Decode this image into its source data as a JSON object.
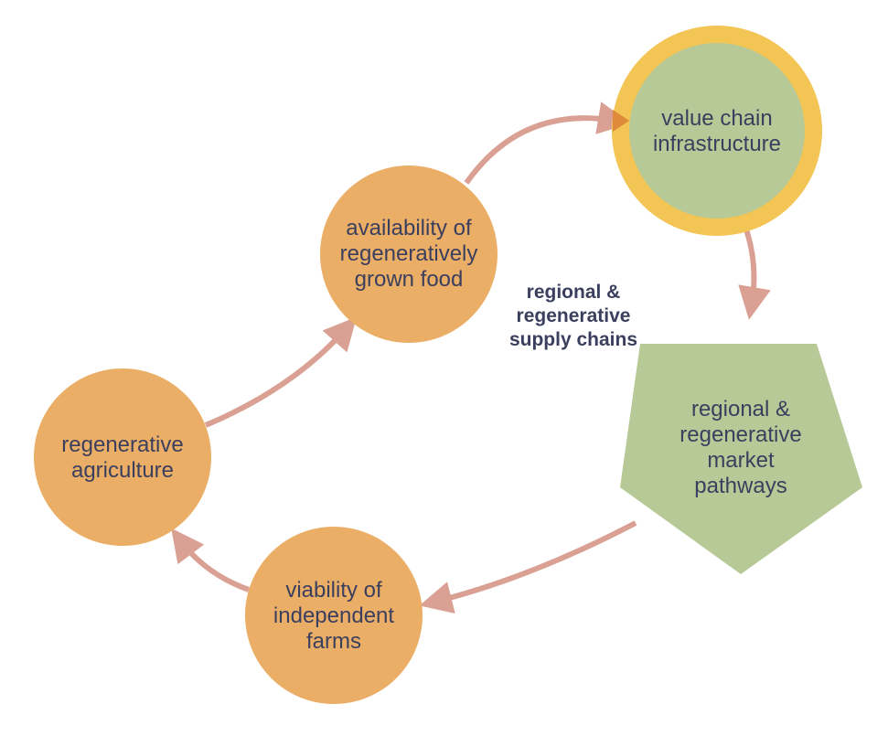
{
  "colors": {
    "node_orange": "#ebae66",
    "node_green": "#b7c997",
    "ring_yellow": "#f3c555",
    "arrow": "#d9a093",
    "text": "#3b3f5e"
  },
  "nodes": {
    "regenerative_agriculture": [
      "regenerative",
      "agriculture"
    ],
    "availability": [
      "availability of",
      "regeneratively",
      "grown food"
    ],
    "value_chain": [
      "value chain",
      "infrastructure"
    ],
    "market_pathways": [
      "regional &",
      "regenerative",
      "market",
      "pathways"
    ],
    "viability": [
      "viability of",
      "independent",
      "farms"
    ]
  },
  "center_label": [
    "regional &",
    "regenerative",
    "supply chains"
  ]
}
